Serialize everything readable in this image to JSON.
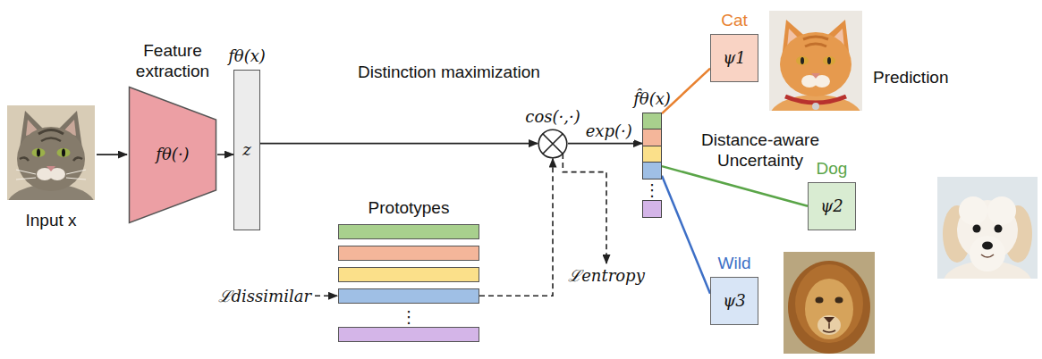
{
  "diagram": {
    "nodes": [
      {
        "text": [
          "Feature extraction",
          "fθ(·)"
        ]
      },
      {
        "text": [
          "fθ(x)",
          "z"
        ]
      },
      {
        "text": [
          "Prototypes"
        ]
      },
      {
        "text": [
          "cos(·,·)"
        ]
      },
      {
        "text": [
          "f̂θ(x)"
        ]
      },
      {
        "text": [
          "Cat",
          "ψ1"
        ]
      },
      {
        "text": [
          "Dog",
          "ψ2"
        ]
      },
      {
        "text": [
          "Wild",
          "ψ3"
        ]
      }
    ],
    "edges": [
      {
        "from": 0,
        "to": 1,
        "arrow": "to"
      },
      {
        "from": 1,
        "to": 3,
        "arrow": "to"
      },
      {
        "from": 2,
        "to": 3,
        "arrow": "to"
      },
      {
        "from": 3,
        "to": 4,
        "label": "exp(·)",
        "arrow": "to"
      },
      {
        "from": 4,
        "to": 5,
        "arrow": "none"
      },
      {
        "from": 4,
        "to": 6,
        "arrow": "none"
      },
      {
        "from": 4,
        "to": 7,
        "arrow": "none"
      }
    ],
    "labels": [
      "Input x",
      "Distinction maximization",
      "ℒdissimilar",
      "ℒentropy",
      "Distance-aware Uncertainty",
      "Prediction",
      "⋮",
      "⋮"
    ]
  }
}
